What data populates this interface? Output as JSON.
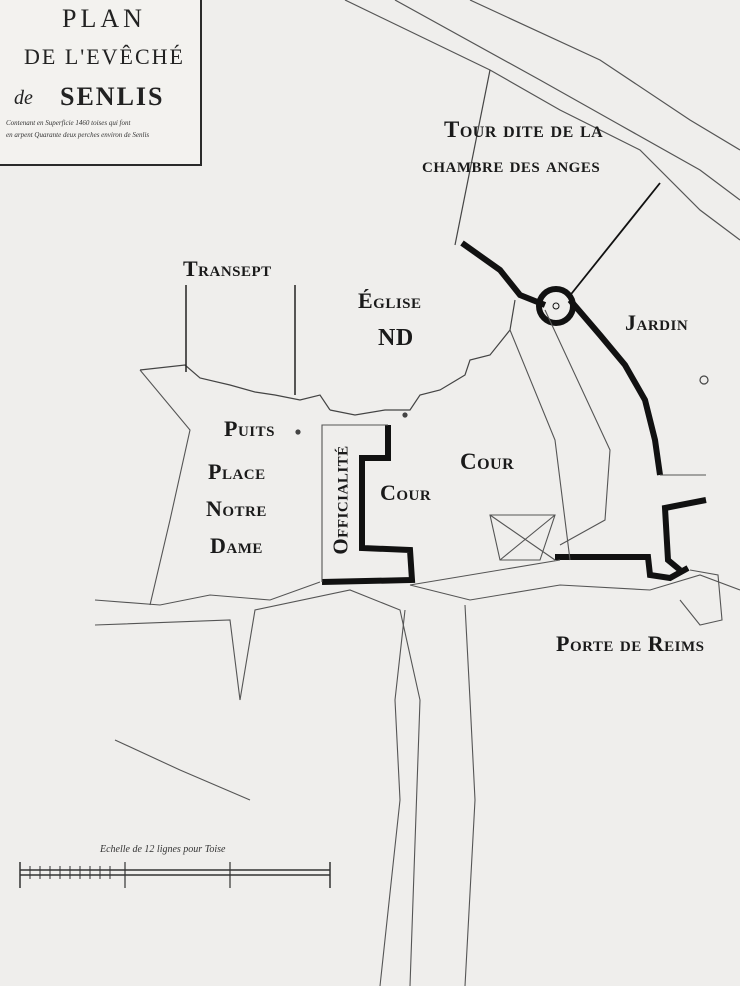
{
  "title": {
    "line1": "PLAN",
    "line2": "DE L'EVÊCHÉ",
    "line3_prefix": "de",
    "line3_name": "SENLIS",
    "caption1": "Contenant en Superficie 1460 toises qui font",
    "caption2": "en arpent Quarante deux perches environ de Senlis"
  },
  "labels": {
    "tour_line1": "Tour dite de la",
    "tour_line2": "chambre des anges",
    "transept": "Transept",
    "eglise_line1": "Église",
    "eglise_line2": "ND",
    "jardin": "Jardin",
    "puits": "Puits",
    "place_line1": "Place",
    "place_line2": "Notre",
    "place_line3": "Dame",
    "officialite": "Officialité",
    "cour_small": "Cour",
    "cour_large": "Cour",
    "porte_de_reims": "Porte de Reims"
  },
  "scale": {
    "label": "Echelle de 12 lignes pour Toise"
  },
  "colors": {
    "paper": "#efeeec",
    "ink": "#1a1a1a",
    "wall": "#111111"
  }
}
